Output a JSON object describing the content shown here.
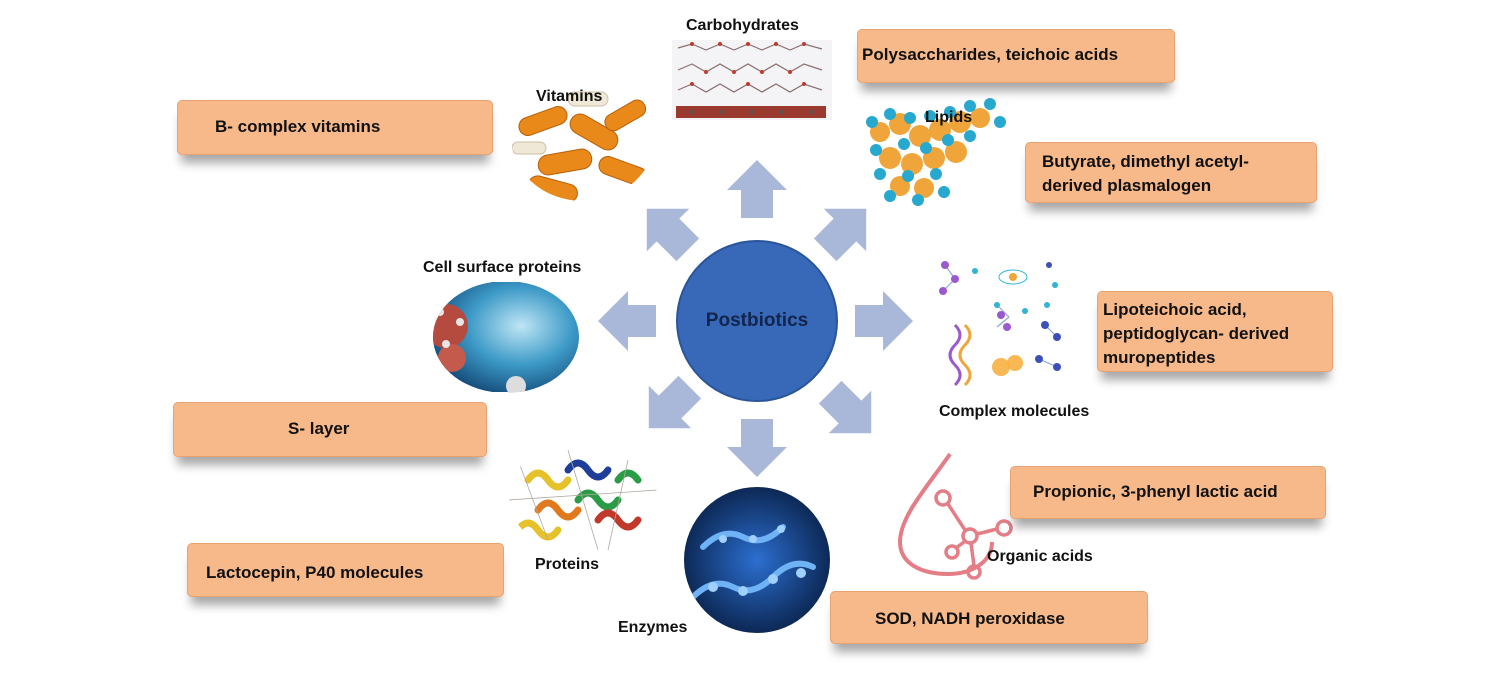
{
  "center": {
    "label": "Postbiotics",
    "color": "#3868b8"
  },
  "categories": {
    "carbohydrates": "Carbohydrates",
    "vitamins": "Vitamins",
    "lipids": "Lipids",
    "cell_surface_proteins": "Cell surface proteins",
    "complex_molecules": "Complex molecules",
    "proteins": "Proteins",
    "enzymes": "Enzymes",
    "organic_acids": "Organic acids"
  },
  "boxes": {
    "carbohydrates": [
      "Polysaccharides,  teichoic acids"
    ],
    "vitamins": [
      "B- complex vitamins"
    ],
    "lipids": [
      "Butyrate, dimethyl acetyl-",
      "derived plasmalogen"
    ],
    "complex_molecules": [
      "Lipoteichoic acid,",
      "peptidoglycan- derived",
      "muropeptides"
    ],
    "cell_surface_proteins": [
      "S- layer"
    ],
    "organic_acids": [
      "Propionic, 3-phenyl lactic acid"
    ],
    "proteins": [
      "Lactocepin, P40 molecules"
    ],
    "enzymes": [
      "SOD, NADH peroxidase"
    ]
  },
  "colors": {
    "box": "#f8b98a",
    "arrow": "#a9b7d9",
    "center": "#3868b8"
  }
}
